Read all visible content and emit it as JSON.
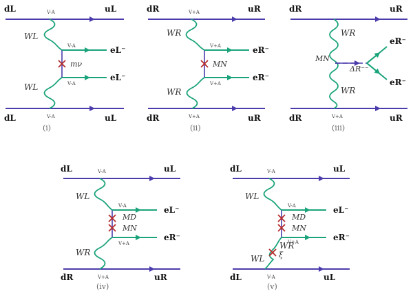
{
  "colors": {
    "quark": "#4b3cab",
    "lepton": "#1aa37a",
    "insertion": "#b52a2a",
    "arrow_quark": "#4b3cab",
    "arrow_lepton": "#1aa37a"
  },
  "diagrams": [
    {
      "caption": "(i)",
      "d_top": "dL",
      "u_top": "uL",
      "d_bot": "dL",
      "u_bot": "uL",
      "vertex_top": "V-A",
      "vertex_bot": "V-A",
      "w_top": "WL",
      "w_bot": "WL",
      "lep_top": "eL⁻",
      "lep_bot": "eL⁻",
      "lep_vertex_top": "V-A",
      "lep_vertex_bot": "V-A",
      "mass": "mν"
    },
    {
      "caption": "(ii)",
      "d_top": "dR",
      "u_top": "uR",
      "d_bot": "dR",
      "u_bot": "uR",
      "vertex_top": "V+A",
      "vertex_bot": "V+A",
      "w_top": "WR",
      "w_bot": "WR",
      "lep_top": "eR⁻",
      "lep_bot": "eR⁻",
      "lep_vertex_top": "V+A",
      "lep_vertex_bot": "V+A",
      "mass": "MN"
    },
    {
      "caption": "(iii)",
      "d_top": "dR",
      "u_top": "uR",
      "d_bot": "dR",
      "u_bot": "uR",
      "vertex_bot": "V+A",
      "w_top": "WR",
      "w_bot": "WR",
      "mass": "MN",
      "delta": "ΔR⁻⁻",
      "lep_top": "eR⁻",
      "lep_bot": "eR⁻"
    },
    {
      "caption": "(iv)",
      "d_top": "dL",
      "u_top": "uL",
      "d_bot": "dR",
      "u_bot": "uR",
      "vertex_top": "V-A",
      "vertex_bot": "V+A",
      "w_top": "WL",
      "w_bot": "WR",
      "lep_top": "eL⁻",
      "lep_bot": "eR⁻",
      "lep_vertex_top": "V-A",
      "lep_vertex_bot": "V+A",
      "mass_top": "MD",
      "mass_bot": "MN"
    },
    {
      "caption": "(v)",
      "d_top": "dL",
      "u_top": "uL",
      "d_bot": "dL",
      "u_bot": "uL",
      "vertex_top": "V-A",
      "vertex_bot": "V-A",
      "w_top": "WL",
      "w_mid": "WR",
      "w_bot": "WL",
      "lep_top": "eL⁻",
      "lep_bot": "eR⁻",
      "lep_vertex_top": "V-A",
      "lep_vertex_bot": "V+A",
      "mass_top": "MD",
      "mass_bot": "MN",
      "mixing": "ξ"
    }
  ]
}
